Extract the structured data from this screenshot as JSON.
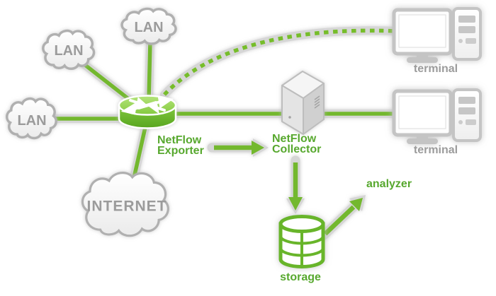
{
  "nodes": {
    "lan_top": {
      "label": "LAN"
    },
    "lan_mid": {
      "label": "LAN"
    },
    "lan_left": {
      "label": "LAN"
    },
    "internet": {
      "label": "INTERNET"
    },
    "exporter": {
      "label": "NetFlow\nExporter"
    },
    "collector": {
      "label": "NetFlow\nCollector"
    },
    "terminal_top": {
      "label": "terminal"
    },
    "terminal_mid": {
      "label": "terminal"
    },
    "storage": {
      "label": "storage"
    },
    "analyzer": {
      "label": "analyzer"
    }
  },
  "icons": {
    "router": "router-icon",
    "server": "server-icon",
    "terminal": "terminal-icon",
    "storage": "database-icon",
    "cloud": "cloud-icon"
  },
  "colors": {
    "line_green": "#73b82e",
    "label_green": "#57a82e",
    "label_gray": "#9b9b9b",
    "casing_gray": "#d6d6d6",
    "cloud_border": "#b0b0b0",
    "router_green": "#6fbb2d"
  }
}
